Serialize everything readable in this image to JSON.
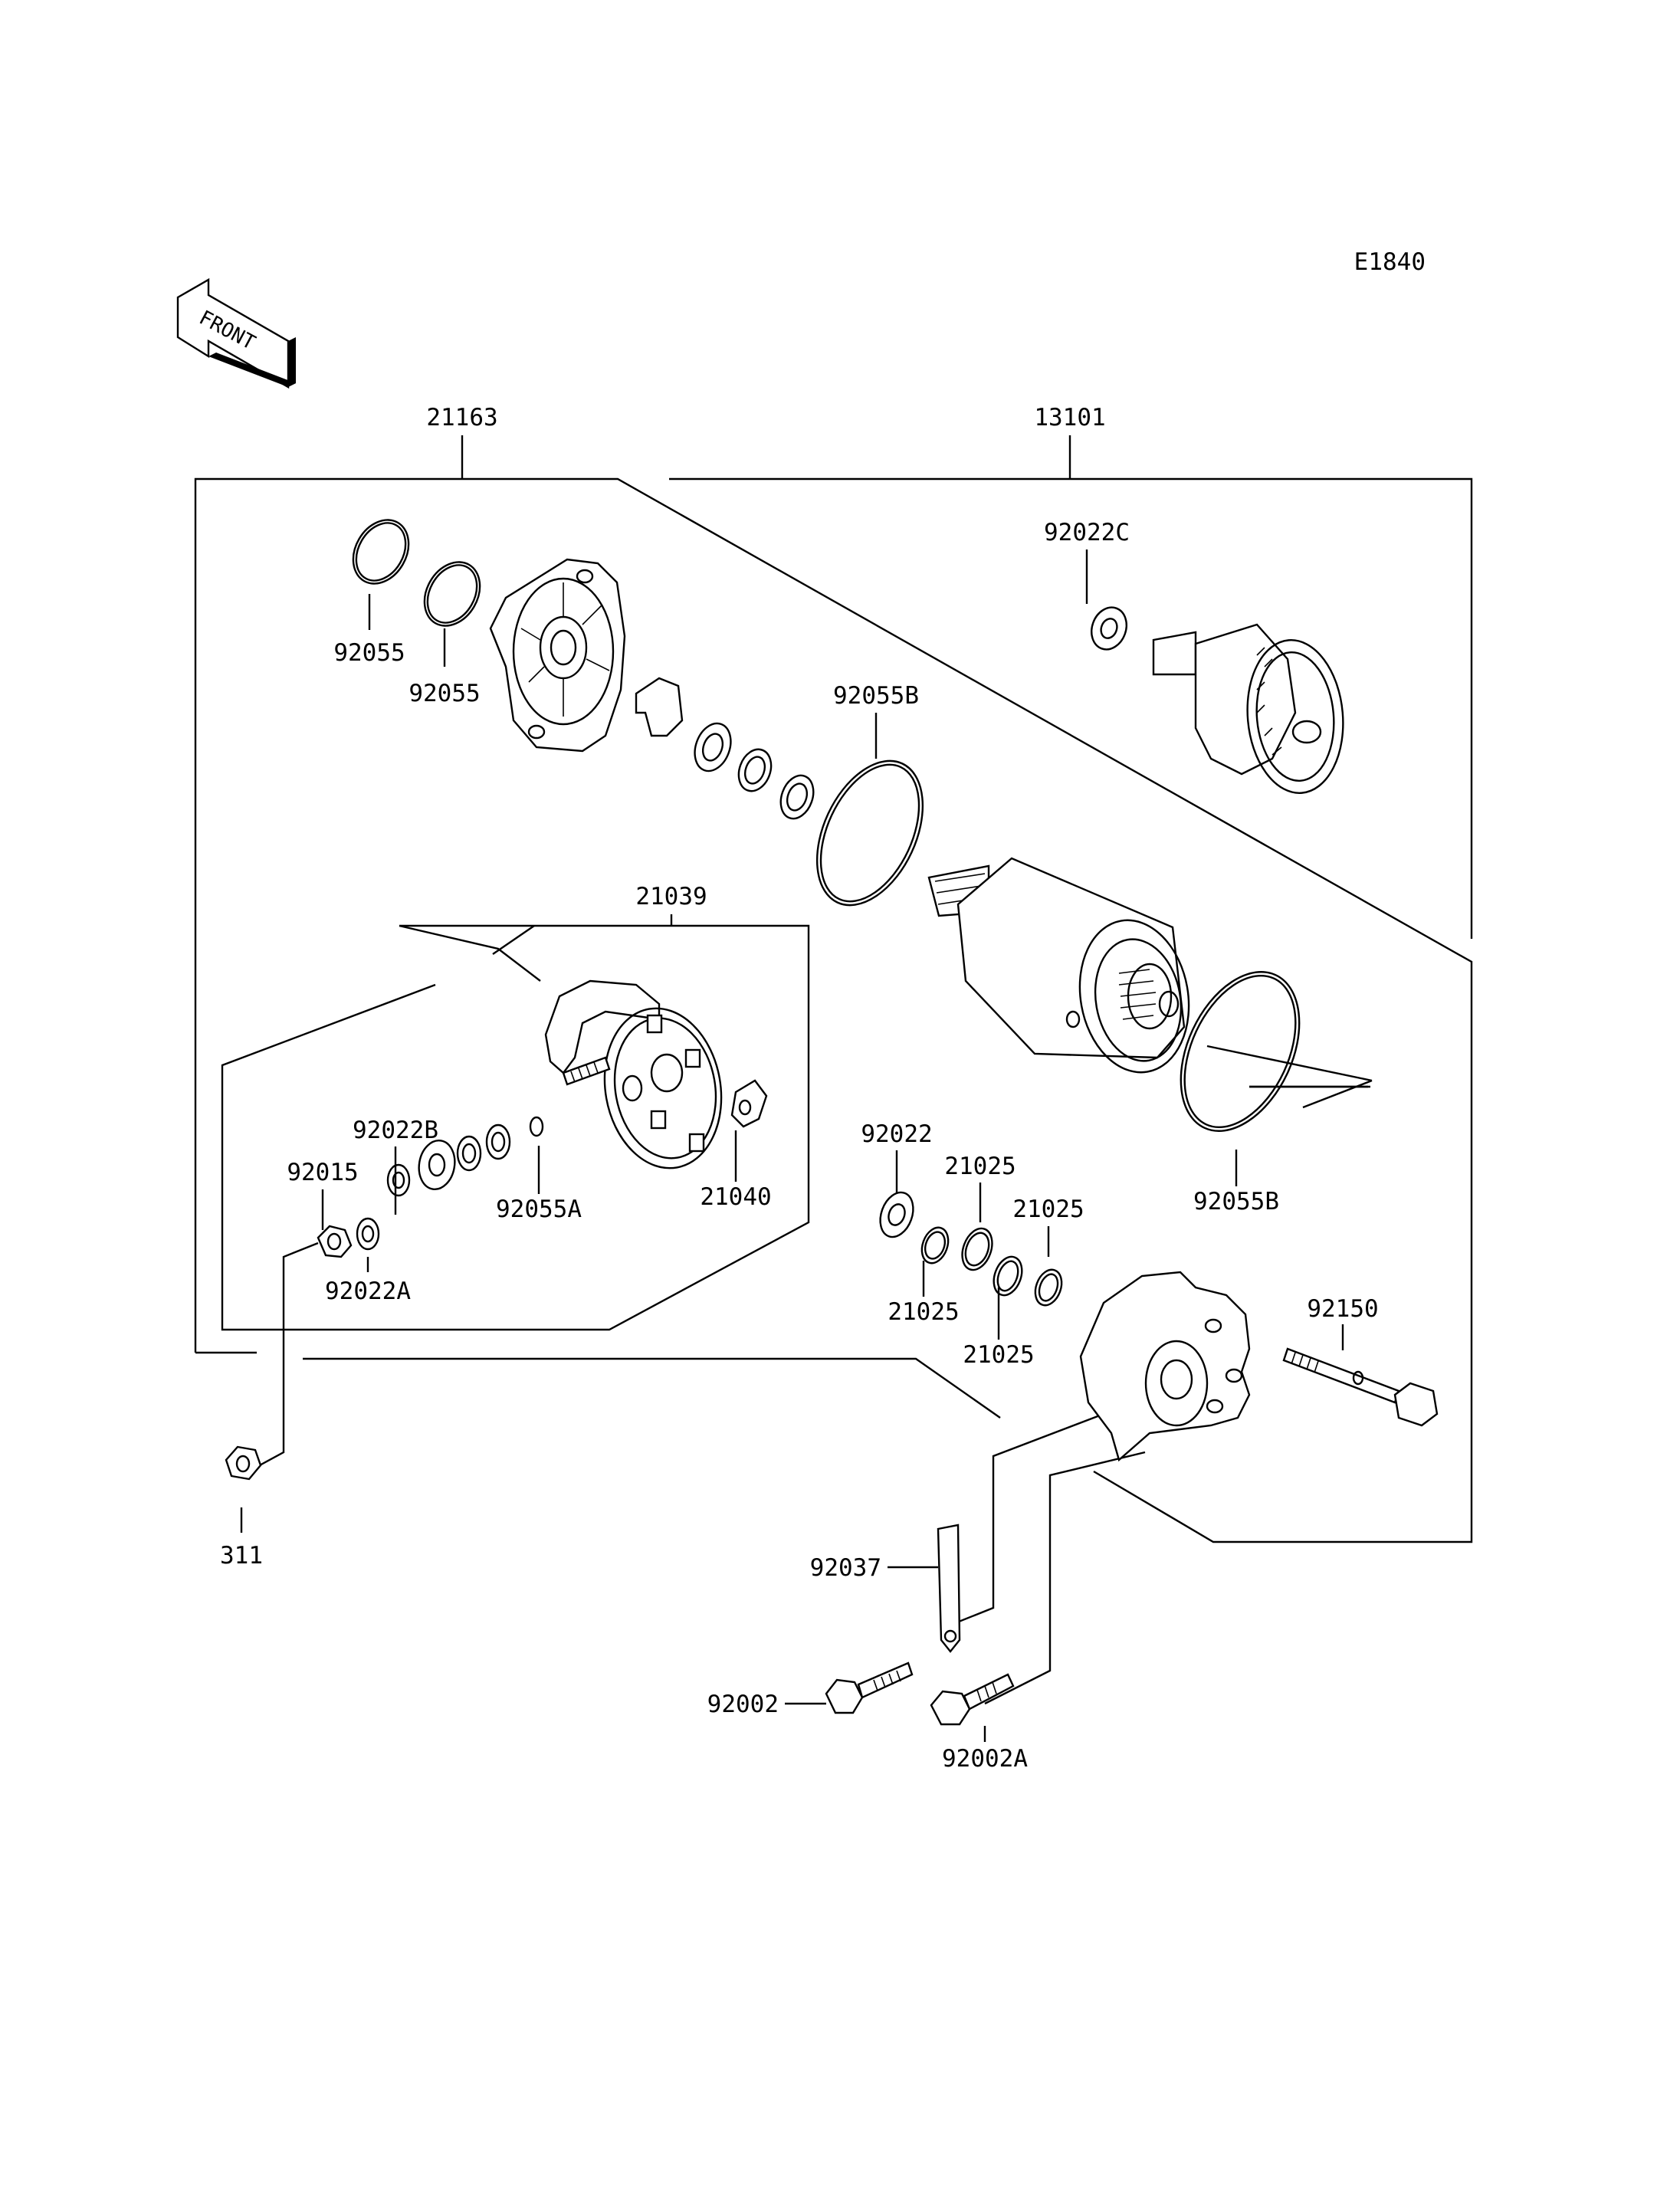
{
  "figure_code": "E1840",
  "front_label": "FRONT",
  "callouts": {
    "c21163": "21163",
    "c13101": "13101",
    "c92022C": "92022C",
    "c92055_a": "92055",
    "c92055_b": "92055",
    "c92055B_top": "92055B",
    "c21039": "21039",
    "c92022B": "92022B",
    "c92015": "92015",
    "c92055A": "92055A",
    "c21040": "21040",
    "c92022A": "92022A",
    "c92022": "92022",
    "c21025_a": "21025",
    "c21025_b": "21025",
    "c21025_c": "21025",
    "c21025_d": "21025",
    "c92055B_bot": "92055B",
    "c92150": "92150",
    "c311": "311",
    "c92037": "92037",
    "c92002": "92002",
    "c92002A": "92002A"
  }
}
